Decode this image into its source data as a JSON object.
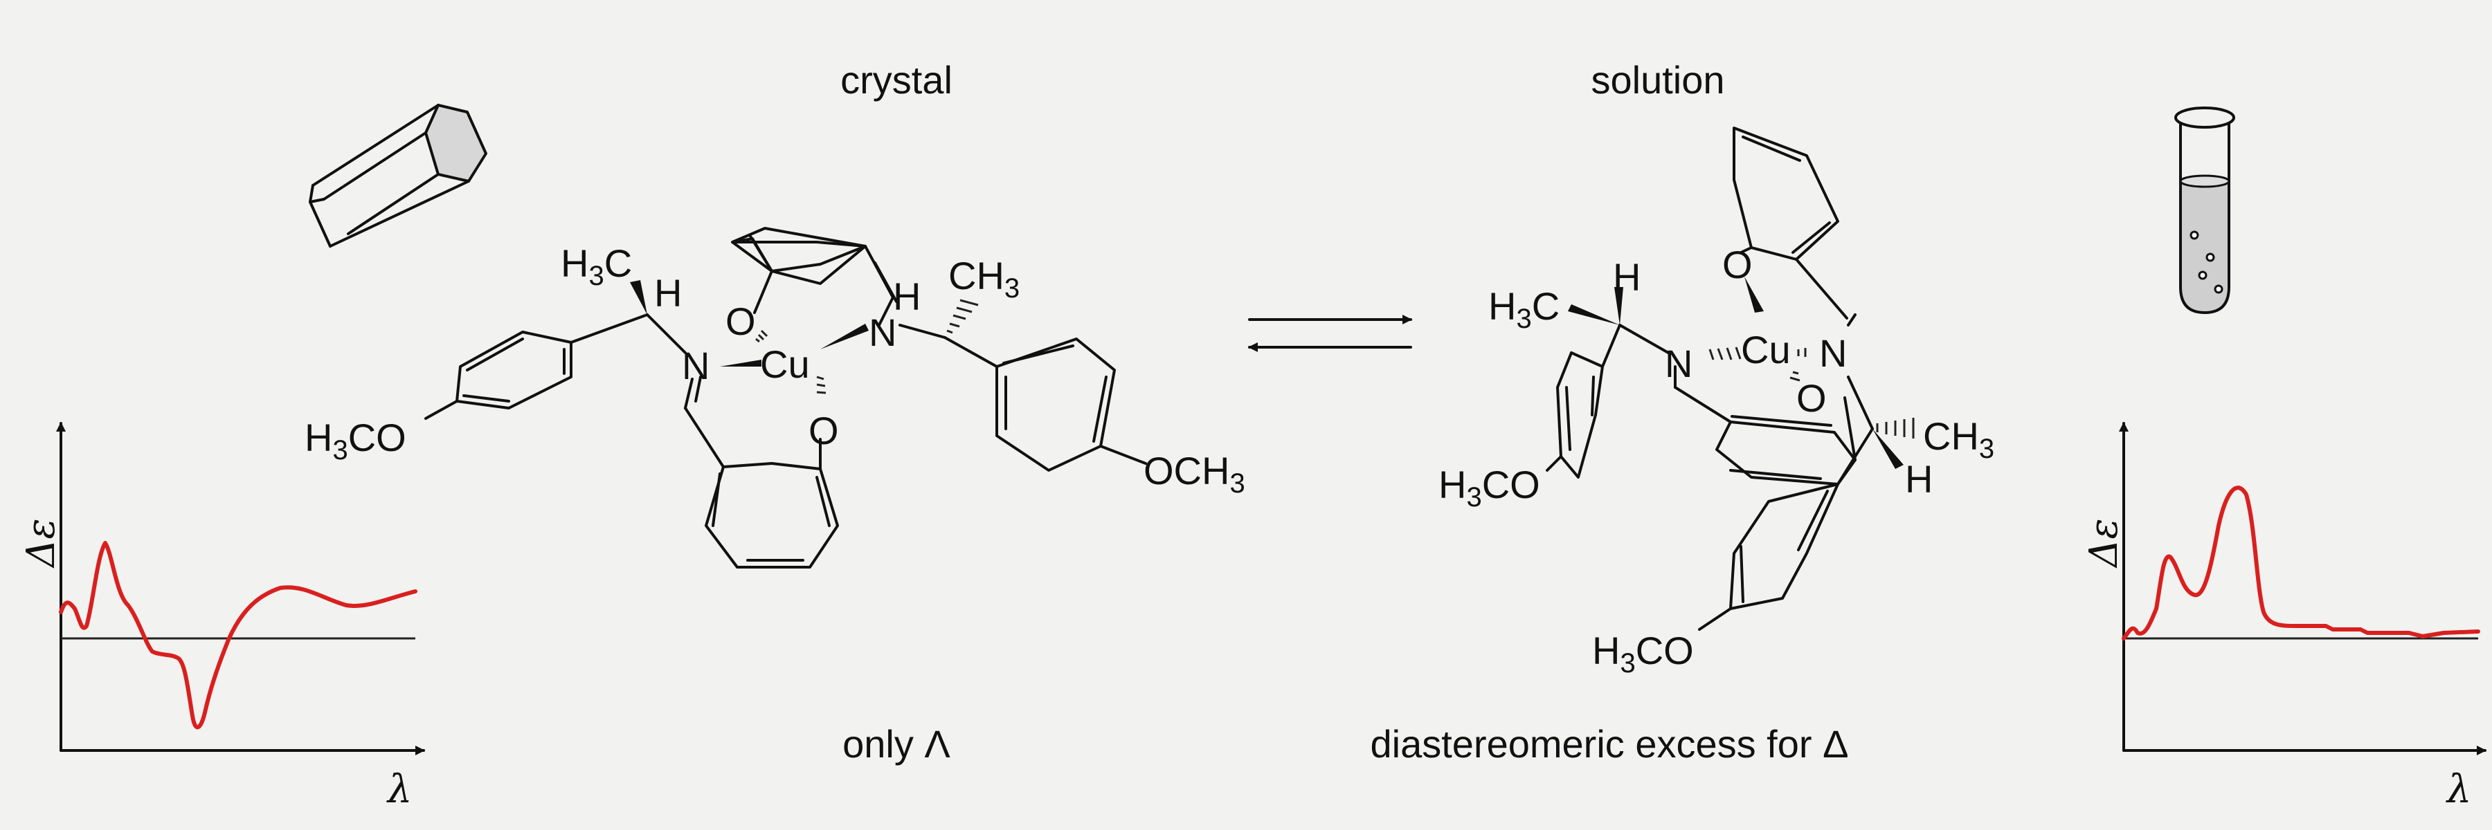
{
  "labels": {
    "crystal": "crystal",
    "solution": "solution",
    "only_lambda": "only Λ",
    "de_excess": "diastereomeric excess for Δ"
  },
  "atoms": {
    "h3c": "H3C",
    "h": "H",
    "ch3": "CH3",
    "h3co": "H3CO",
    "och3": "OCH3",
    "n": "N",
    "o": "O",
    "cu": "Cu"
  },
  "axes": {
    "y": "Δε",
    "x": "λ"
  },
  "colors": {
    "background": "#f2f2f1",
    "cd_curve": "#d9201e",
    "ink": "#111111"
  },
  "icons": {
    "crystal": "hexagonal-prism-icon",
    "solution": "test-tube-icon",
    "equilibrium": "equilibrium-arrows-icon"
  }
}
